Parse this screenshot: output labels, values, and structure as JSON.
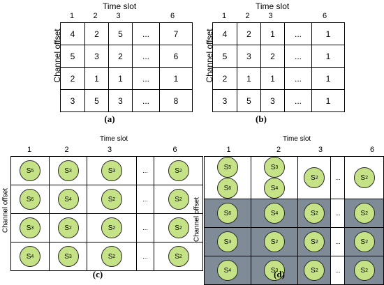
{
  "panels": {
    "a": {
      "label": "(a)",
      "title": "Time slot",
      "ylabel": "Channel offset",
      "columns": [
        "1",
        "2",
        "3",
        "",
        "6"
      ],
      "rows": [
        [
          "4",
          "2",
          "5",
          "...",
          "7"
        ],
        [
          "5",
          "3",
          "2",
          "...",
          "6"
        ],
        [
          "2",
          "1",
          "1",
          "...",
          "1"
        ],
        [
          "3",
          "5",
          "3",
          "...",
          "8"
        ]
      ]
    },
    "b": {
      "label": "(b)",
      "title": "Time slot",
      "ylabel": "Channel offset",
      "columns": [
        "1",
        "2",
        "3",
        "",
        "6"
      ],
      "rows": [
        [
          "4",
          "2",
          "1",
          "...",
          "1"
        ],
        [
          "5",
          "3",
          "2",
          "...",
          "1"
        ],
        [
          "2",
          "1",
          "1",
          "...",
          "1"
        ],
        [
          "3",
          "5",
          "3",
          "...",
          "1"
        ]
      ]
    },
    "c": {
      "label": "(c)",
      "title": "Time slot",
      "ylabel": "Channel offset",
      "columns": [
        "1",
        "2",
        "3",
        "",
        "6"
      ],
      "rows": [
        [
          [
            "S",
            "5"
          ],
          [
            "S",
            "3"
          ],
          [
            "S",
            "3"
          ],
          "...",
          [
            "S",
            "2"
          ]
        ],
        [
          [
            "S",
            "6"
          ],
          [
            "S",
            "4"
          ],
          [
            "S",
            "2"
          ],
          "...",
          [
            "S",
            "2"
          ]
        ],
        [
          [
            "S",
            "3"
          ],
          [
            "S",
            "2"
          ],
          [
            "S",
            "2"
          ],
          "...",
          [
            "S",
            "2"
          ]
        ],
        [
          [
            "S",
            "4"
          ],
          [
            "S",
            "3"
          ],
          [
            "S",
            "2"
          ],
          "...",
          [
            "S",
            "2"
          ]
        ]
      ]
    },
    "d": {
      "label": "(d)",
      "title": "Time slot",
      "ylabel": "Channel offset",
      "columns": [
        "1",
        "2",
        "3",
        "",
        "6"
      ],
      "rows": [
        [
          [
            [
              "S",
              "5"
            ],
            [
              "S",
              "6"
            ]
          ],
          [
            [
              "S",
              "3"
            ],
            [
              "S",
              "4"
            ]
          ],
          [
            [
              "S",
              "2"
            ]
          ],
          "...",
          [
            [
              "S",
              "2"
            ]
          ]
        ],
        [
          [
            [
              "S",
              "6"
            ]
          ],
          [
            [
              "S",
              "4"
            ]
          ],
          [
            [
              "S",
              "2"
            ]
          ],
          "...",
          [
            [
              "S",
              "2"
            ]
          ]
        ],
        [
          [
            [
              "S",
              "3"
            ]
          ],
          [
            [
              "S",
              "2"
            ]
          ],
          [
            [
              "S",
              "2"
            ]
          ],
          "...",
          [
            [
              "S",
              "2"
            ]
          ]
        ],
        [
          [
            [
              "S",
              "4"
            ]
          ],
          [
            [
              "S",
              "3"
            ]
          ],
          [
            [
              "S",
              "2"
            ]
          ],
          "...",
          [
            [
              "S",
              "2"
            ]
          ]
        ]
      ]
    }
  },
  "colors": {
    "shade": "#7f8c97",
    "node_fill": "#c5e386"
  }
}
